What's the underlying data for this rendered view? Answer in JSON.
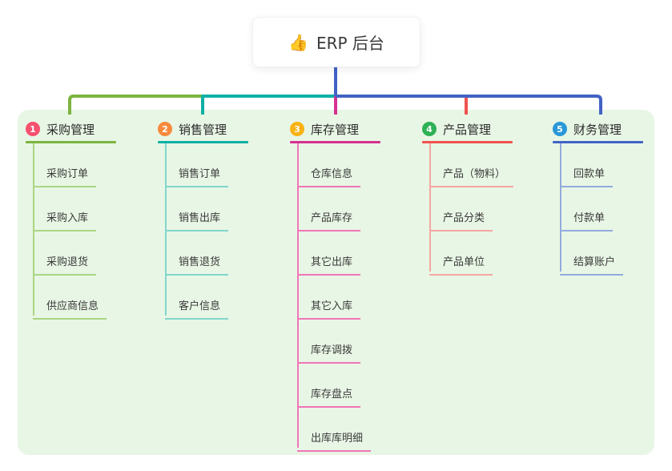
{
  "root": {
    "icon": "👍",
    "title": "ERP 后台",
    "line_color": "#4263c5"
  },
  "panel_background": "#e8f6e5",
  "branches": [
    {
      "number": "1",
      "label": "采购管理",
      "circle_color": "#f8506e",
      "line_color": "#7cb43e",
      "sub_line_color": "#abd584",
      "children": [
        "采购订单",
        "采购入库",
        "采购退货",
        "供应商信息"
      ]
    },
    {
      "number": "2",
      "label": "销售管理",
      "circle_color": "#f78a3d",
      "line_color": "#0fb0a5",
      "sub_line_color": "#82d6cc",
      "children": [
        "销售订单",
        "销售出库",
        "销售退货",
        "客户信息"
      ]
    },
    {
      "number": "3",
      "label": "库存管理",
      "circle_color": "#f9b213",
      "line_color": "#d63190",
      "sub_line_color": "#f075b8",
      "children": [
        "仓库信息",
        "产品库存",
        "其它出库",
        "其它入库",
        "库存调拨",
        "库存盘点",
        "出库库明细"
      ]
    },
    {
      "number": "4",
      "label": "产品管理",
      "circle_color": "#2fb156",
      "line_color": "#f1524f",
      "sub_line_color": "#f5a6a2",
      "children": [
        "产品（物料）",
        "产品分类",
        "产品单位"
      ]
    },
    {
      "number": "5",
      "label": "财务管理",
      "circle_color": "#2a97d8",
      "line_color": "#4263c5",
      "sub_line_color": "#93abde",
      "children": [
        "回款单",
        "付款单",
        "结算账户"
      ]
    }
  ]
}
